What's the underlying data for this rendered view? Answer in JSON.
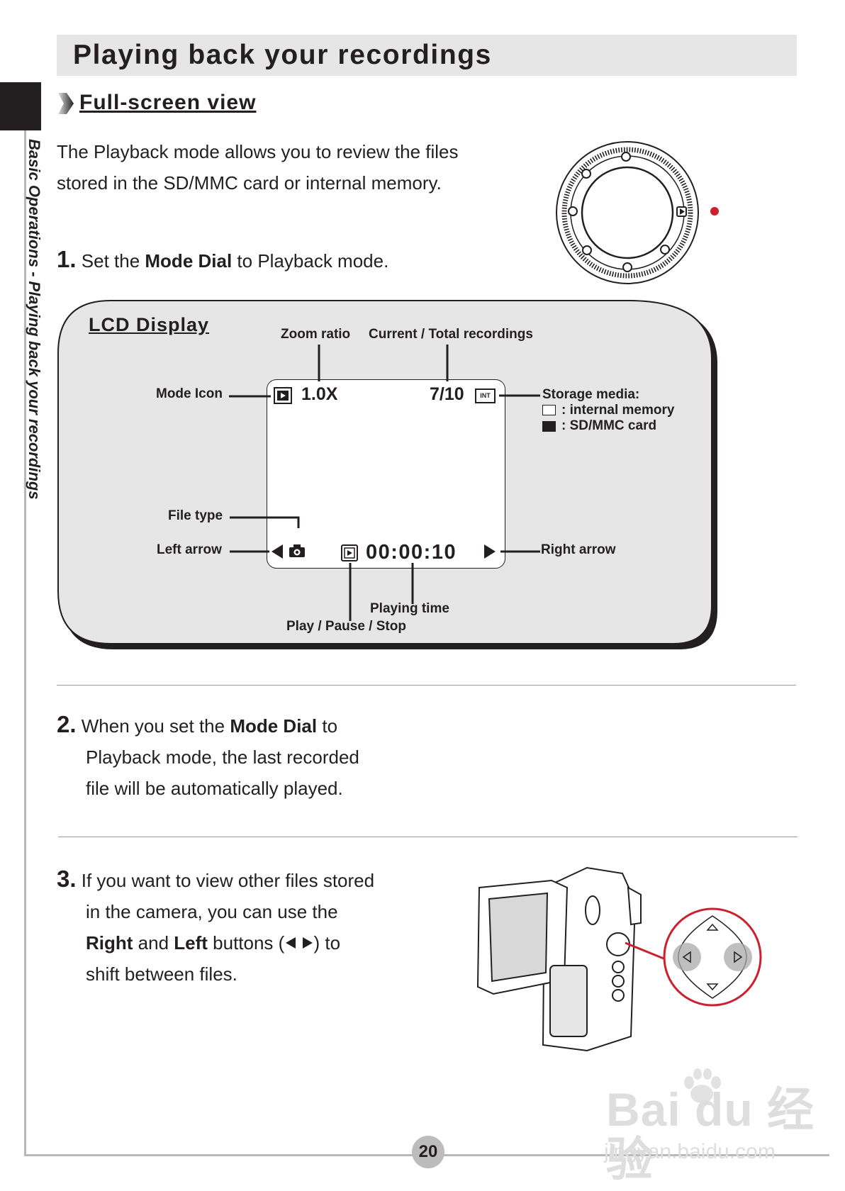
{
  "header": {
    "title": "Playing back your recordings"
  },
  "sidebar": {
    "chapter": "Basic Operations - Playing back your recordings"
  },
  "section": {
    "title": "Full-screen view"
  },
  "intro": {
    "line1": "The Playback mode allows you to review the files",
    "line2": "stored in the SD/MMC card or internal memory."
  },
  "step1": {
    "num": "1.",
    "pre": "Set the ",
    "bold": "Mode Dial",
    "post": " to Playback mode."
  },
  "lcd": {
    "title": "LCD Display",
    "screen": {
      "zoom": "1.0X",
      "count": "7/10",
      "time": "00:00:10",
      "storage_icon_text": "INT"
    },
    "labels": {
      "zoom_ratio": "Zoom ratio",
      "current_total": "Current / Total recordings",
      "mode_icon": "Mode Icon",
      "storage_media": "Storage media:",
      "internal_memory": ": internal memory",
      "sd_card": ": SD/MMC card",
      "file_type": "File type",
      "left_arrow": "Left arrow",
      "right_arrow": "Right arrow",
      "playing_time": "Playing time",
      "play_pause_stop": "Play / Pause / Stop"
    }
  },
  "step2": {
    "num": "2.",
    "pre": "When you set the ",
    "bold": "Mode Dial",
    "post": " to",
    "line2": "Playback mode, the last recorded",
    "line3": "file will be automatically played."
  },
  "step3": {
    "num": "3.",
    "line1": "If you want to view other files stored",
    "line2": "in the camera, you can use the",
    "bold_right": "Right",
    "and": " and ",
    "bold_left": "Left",
    "buttons": " buttons (",
    "to": ") to",
    "line4": "shift between files."
  },
  "page": {
    "number": "20"
  },
  "watermark": {
    "line1": "Bai du 经验",
    "line2": "jingyan.baidu.com"
  },
  "colors": {
    "accent_red": "#cc1f2f",
    "panel_gray": "#e6e6e7",
    "text": "#231f20"
  }
}
